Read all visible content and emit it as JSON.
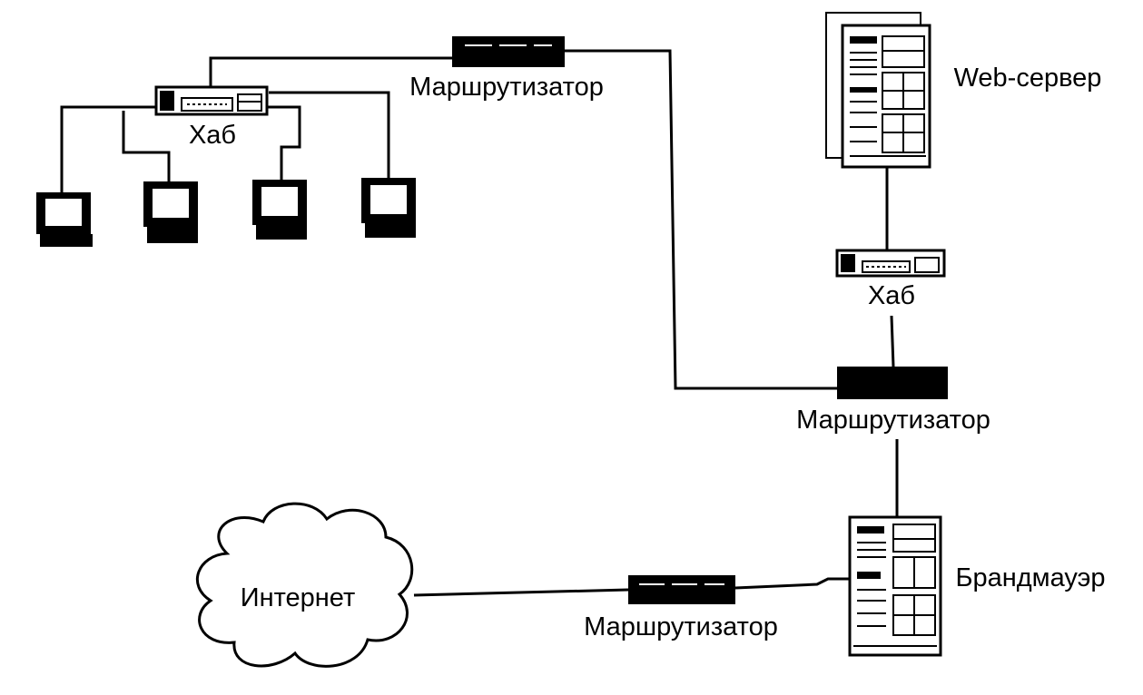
{
  "labels": {
    "hub_top": "Хаб",
    "router_top": "Маршрутизатор",
    "web_server": "Web-сервер",
    "hub_right": "Хаб",
    "router_middle": "Маршрутизатор",
    "firewall": "Брандмауэр",
    "internet": "Интернет",
    "router_bottom": "Маршрутизатор"
  },
  "icons": {
    "workstation": "monitor-icon",
    "hub": "hub-icon",
    "router": "router-icon",
    "server": "server-tower-icon",
    "cloud": "cloud-icon"
  },
  "colors": {
    "ink": "#000000",
    "paper": "#ffffff"
  }
}
